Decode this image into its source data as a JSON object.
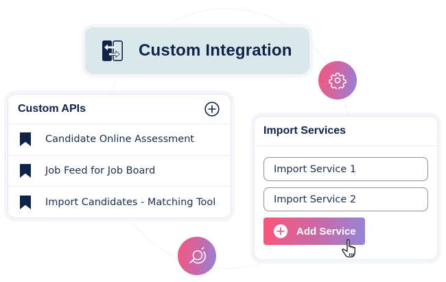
{
  "header": {
    "title": "Custom Integration",
    "icon": "integration-arrows-icon"
  },
  "badges": {
    "gear": {
      "icon": "gear-icon"
    },
    "search": {
      "icon": "search-off-icon"
    }
  },
  "custom_apis": {
    "title": "Custom APIs",
    "add_icon": "plus-circle-icon",
    "items": [
      {
        "label": "Candidate Online Assessment",
        "icon": "bookmark-icon"
      },
      {
        "label": "Job Feed for Job Board",
        "icon": "bookmark-icon"
      },
      {
        "label": "Import Candidates - Matching Tool",
        "icon": "bookmark-icon"
      }
    ]
  },
  "import_services": {
    "title": "Import Services",
    "services": [
      {
        "label": "Import Service 1"
      },
      {
        "label": "Import Service 2"
      }
    ],
    "add_button": {
      "label": "Add Service",
      "icon": "plus-circle-icon"
    }
  },
  "colors": {
    "navy": "#0f2248",
    "pill_bg": "#d9e8ea",
    "gradient_start": "#f7557a",
    "gradient_end": "#8e83dc",
    "field_border": "#8b8f99"
  }
}
